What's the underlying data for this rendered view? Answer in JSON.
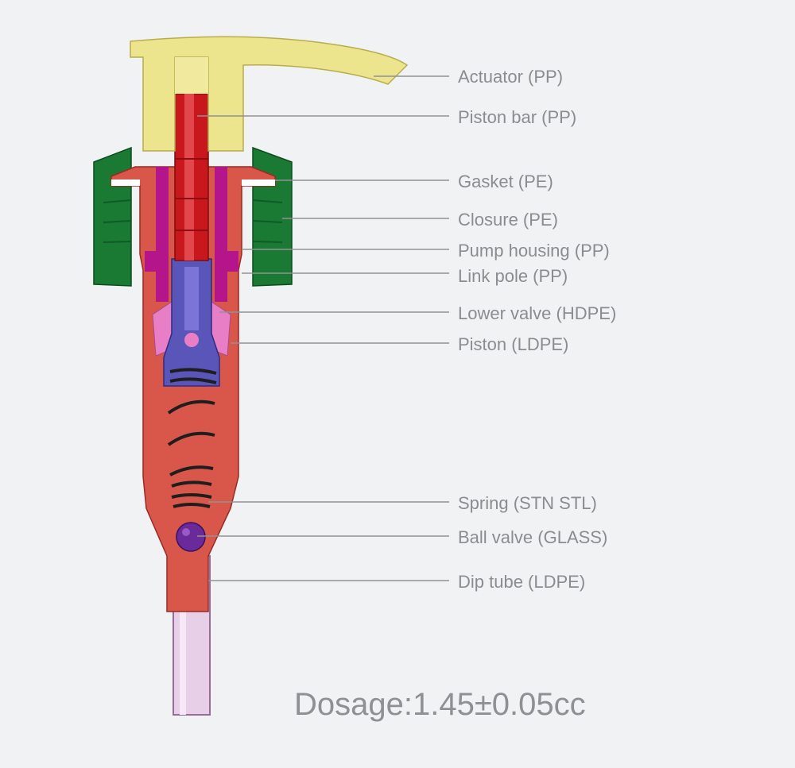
{
  "diagram": {
    "parts": [
      {
        "id": "actuator",
        "label": "Actuator (PP)",
        "color": "#ede58e"
      },
      {
        "id": "piston-bar",
        "label": "Piston bar (PP)",
        "color": "#c8171d"
      },
      {
        "id": "gasket",
        "label": "Gasket (PE)",
        "color": "#ffffff"
      },
      {
        "id": "closure",
        "label": "Closure (PE)",
        "color": "#1a7a34"
      },
      {
        "id": "pump-housing",
        "label": "Pump housing (PP)",
        "color": "#d9574a"
      },
      {
        "id": "link-pole",
        "label": "Link pole (PP)",
        "color": "#b5158a"
      },
      {
        "id": "lower-valve",
        "label": "Lower valve (HDPE)",
        "color": "#5a55b8"
      },
      {
        "id": "piston",
        "label": "Piston (LDPE)",
        "color": "#e87fc6"
      },
      {
        "id": "spring",
        "label": "Spring (STN STL)",
        "color": "#222222"
      },
      {
        "id": "ball-valve",
        "label": "Ball valve (GLASS)",
        "color": "#6a2a9a"
      },
      {
        "id": "dip-tube",
        "label": "Dip tube (LDPE)",
        "color": "#e6c8e6"
      }
    ],
    "dosage": "Dosage:1.45±0.05cc"
  }
}
